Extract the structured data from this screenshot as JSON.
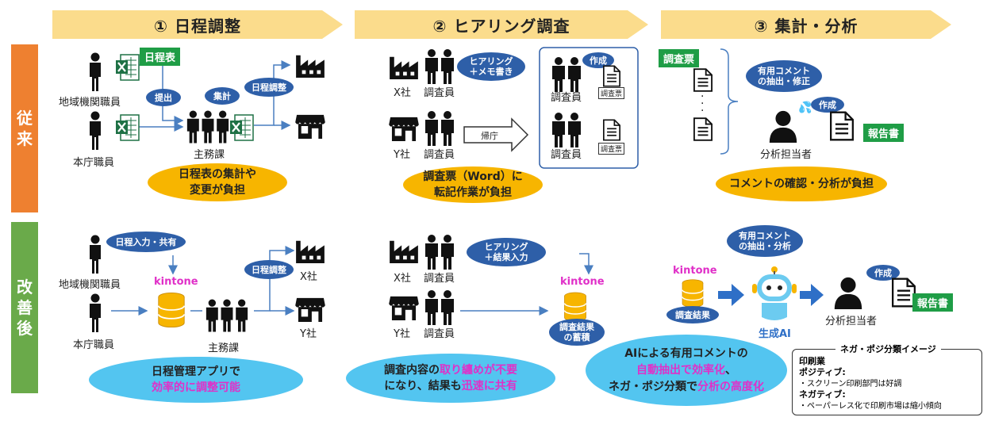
{
  "stages": [
    "① 日程調整",
    "② ヒアリング調査",
    "③ 集計・分析"
  ],
  "rows": {
    "before": "従\n来",
    "after": "改\n善\n後"
  },
  "labels": {
    "local_staff": "地域機関職員",
    "hq_staff": "本庁職員",
    "main_dept": "主務課",
    "company_x": "X社",
    "company_y": "Y社",
    "surveyor": "調査員",
    "analyst": "分析担当者",
    "return_office": "帰庁",
    "survey_sheet_small": "調査票",
    "kintone": "kintone",
    "gen_ai": "生成AI"
  },
  "tags": {
    "schedule_table": "日程表",
    "survey_sheet": "調査票",
    "report": "報告書"
  },
  "bubbles": {
    "submit": "提出",
    "aggregate": "集計",
    "schedule_adjust": "日程調整",
    "hearing_memo": "ヒアリング\n＋メモ書き",
    "create": "作成",
    "useful_comment_fix": "有用コメント\nの抽出・修正",
    "schedule_input": "日程入力・共有",
    "hearing_result": "ヒアリング\n＋結果入力",
    "survey_store": "調査結果\nの蓄積",
    "useful_comment_analyze": "有用コメント\nの抽出・分析",
    "survey_result": "調査結果"
  },
  "burdens": {
    "schedule": "日程表の集計や\n変更が負担",
    "transcribe": "調査票（Word）に\n転記作業が負担",
    "comment_check": "コメントの確認・分析が負担"
  },
  "improve": {
    "app_1": "日程管理アプリで",
    "app_2": "効率的に調整可能",
    "survey_1a": "調査内容の",
    "survey_1b": "取り纏めが不要",
    "survey_2a": "になり、結果も",
    "survey_2b": "迅速に共有",
    "ai_1": "AIによる有用コメントの",
    "ai_2a": "自動抽出で効率化",
    "ai_2b": "、",
    "ai_3a": "ネガ・ポジ分類で",
    "ai_3b": "分析の高度化"
  },
  "negapoji": {
    "title": "ネガ・ポジ分類イメージ",
    "industry": "印刷業",
    "positive": "ポジティブ:",
    "positive_item": "・スクリーン印刷部門は好調",
    "negative": "ネガティブ:",
    "negative_item": "・ペーパーレス化で印刷市場は縮小傾向"
  },
  "colors": {
    "stage": "#fbdc8c",
    "before": "#ee8030",
    "after": "#6aaa4a",
    "bubble_blue": "#2e5fa8",
    "burden": "#f7b500",
    "improve": "#53c5f0",
    "tag": "#1f9d46",
    "kintone": "#e030c8"
  }
}
